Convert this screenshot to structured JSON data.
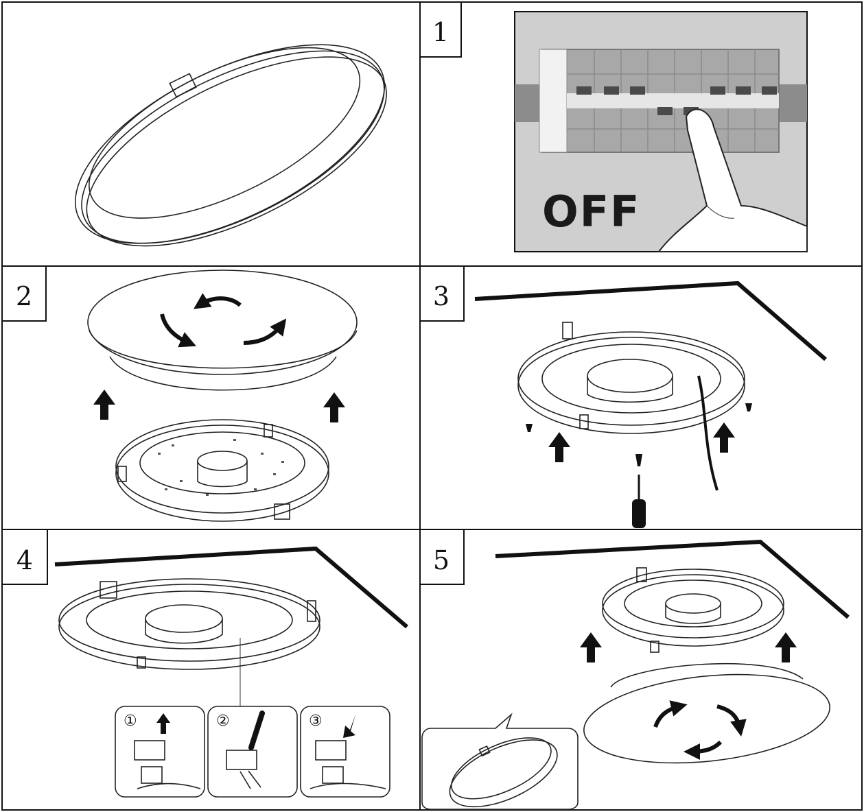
{
  "steps": {
    "s1": "1",
    "s2": "2",
    "s3": "3",
    "s4": "4",
    "s5": "5"
  },
  "breaker_label": "OFF",
  "substeps": {
    "a": "①",
    "b": "②",
    "c": "③"
  },
  "colors": {
    "line": "#222222",
    "panel_bg": "#cfcfcf",
    "breaker": "#9a9a9a"
  }
}
